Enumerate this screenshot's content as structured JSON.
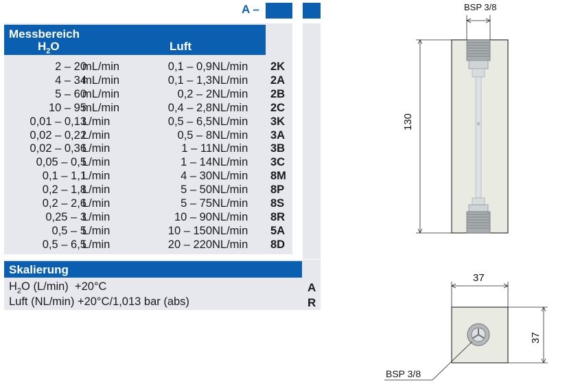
{
  "order_code": {
    "prefix": "A –"
  },
  "range_table": {
    "title": "Messbereich",
    "col_h2o": "H",
    "col_h2o_sub": "2",
    "col_h2o_end": "O",
    "col_luft": "Luft",
    "rows": [
      {
        "h2o": "2 – 20",
        "h2o_unit": "mL/min",
        "luft": "0,1 – 0,9",
        "luft_unit": "NL/min",
        "code": "2K"
      },
      {
        "h2o": "4 – 34",
        "h2o_unit": "mL/min",
        "luft": "0,1 – 1,3",
        "luft_unit": "NL/min",
        "code": "2A"
      },
      {
        "h2o": "5 – 60",
        "h2o_unit": "mL/min",
        "luft": "0,2 – 2",
        "luft_unit": "NL/min",
        "code": "2B"
      },
      {
        "h2o": "10 – 95",
        "h2o_unit": "mL/min",
        "luft": "0,4 – 2,8",
        "luft_unit": "NL/min",
        "code": "2C"
      },
      {
        "h2o": "0,01 – 0,13",
        "h2o_unit": "L/min",
        "luft": "0,5 – 6,5",
        "luft_unit": "NL/min",
        "code": "3K"
      },
      {
        "h2o": "0,02 – 0,22",
        "h2o_unit": "L/min",
        "luft": "0,5 – 8",
        "luft_unit": "NL/min",
        "code": "3A"
      },
      {
        "h2o": "0,02 – 0,36",
        "h2o_unit": "L/min",
        "luft": "1 – 11",
        "luft_unit": "NL/min",
        "code": "3B"
      },
      {
        "h2o": "0,05 – 0,5",
        "h2o_unit": "L/min",
        "luft": "1 – 14",
        "luft_unit": "NL/min",
        "code": "3C"
      },
      {
        "h2o": "0,1 – 1,1",
        "h2o_unit": "L/min",
        "luft": "4 – 30",
        "luft_unit": "NL/min",
        "code": "8M"
      },
      {
        "h2o": "0,2 – 1,8",
        "h2o_unit": "L/min",
        "luft": "5 – 50",
        "luft_unit": "NL/min",
        "code": "8P"
      },
      {
        "h2o": "0,2 – 2,6",
        "h2o_unit": "L/min",
        "luft": "5 – 75",
        "luft_unit": "NL/min",
        "code": "8S"
      },
      {
        "h2o": "0,25 – 3",
        "h2o_unit": "L/min",
        "luft": "10 – 90",
        "luft_unit": "NL/min",
        "code": "8R"
      },
      {
        "h2o": "0,5 – 5",
        "h2o_unit": "L/min",
        "luft": "10 – 150",
        "luft_unit": "NL/min",
        "code": "5A"
      },
      {
        "h2o": "0,5 – 6,5",
        "h2o_unit": "L/min",
        "luft": "20 – 220",
        "luft_unit": "NL/min",
        "code": "8D"
      }
    ]
  },
  "scaling_table": {
    "title": "Skalierung",
    "rows": [
      {
        "label_pre": "H",
        "label_sub": "2",
        "label_post": "O (L/min)  +20°C",
        "code": "A"
      },
      {
        "label_pre": "Luft (NL/min) +20°C/1,013 bar (abs)",
        "label_sub": "",
        "label_post": "",
        "code": "R"
      }
    ]
  },
  "drawing": {
    "thread_top_label": "BSP 3/8",
    "height_label": "130",
    "width_label": "37",
    "depth_label": "37",
    "thread_bottom_label": "BSP 3/8"
  },
  "colors": {
    "header_blue": "#0a5fb0",
    "table_grey": "#e6e8ee",
    "body_fill": "#e9ebe3"
  }
}
